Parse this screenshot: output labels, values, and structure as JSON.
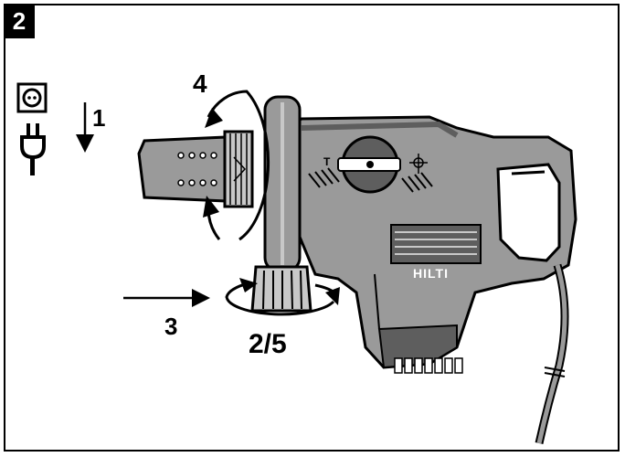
{
  "figure": {
    "step_number": "2",
    "brand_logo_text": "HILTI"
  },
  "labels": {
    "step_1": "1",
    "step_3": "3",
    "step_4": "4",
    "step_2_5": "2/5",
    "mode_hammer": "T"
  },
  "colors": {
    "body_gray": "#9a9a9a",
    "dark_gray": "#5e5e5e",
    "light_gray": "#c8c8c8",
    "outline": "#000000"
  }
}
